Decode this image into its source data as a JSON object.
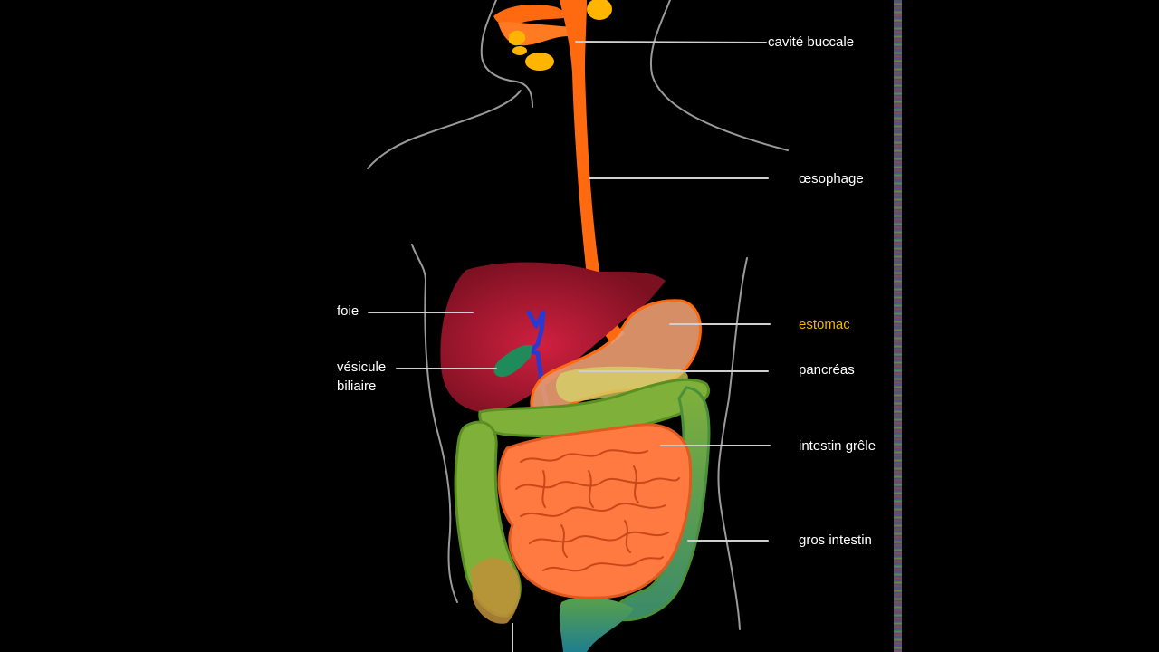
{
  "labels": {
    "cavite_buccale": "cavité buccale",
    "oesophage": "œsophage",
    "foie": "foie",
    "vesicule_line1": "vésicule",
    "vesicule_line2": "biliaire",
    "estomac": "estomac",
    "pancreas": "pancréas",
    "intestin_grele": "intestin grêle",
    "gros_intestin": "gros intestin"
  },
  "colors": {
    "background": "#000000",
    "label_text": "#ffffff",
    "highlight_label": "#f0b400",
    "leader_line": "#cfcfcf",
    "body_outline": "#9a9a9a",
    "oesophagus": "#ff6a10",
    "salivary_glands": "#ffb400",
    "liver": "#a8182e",
    "gallbladder": "#1f8a5a",
    "bile_duct": "#2a3ad0",
    "stomach": "#e89a70",
    "pancreas": "#d6d66a",
    "small_intestine": "#ff7a40",
    "large_intestine": "#7fb03a",
    "rectum": "#2a8a8a"
  }
}
